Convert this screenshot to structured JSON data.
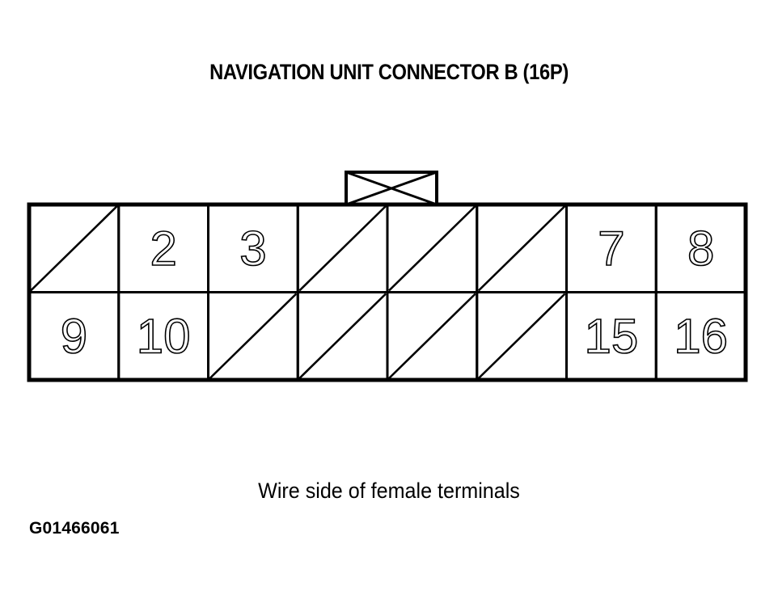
{
  "title": "NAVIGATION UNIT CONNECTOR B (16P)",
  "caption": "Wire side of female terminals",
  "reference_code": "G01466061",
  "colors": {
    "line": "#000000",
    "background": "#ffffff"
  },
  "connector": {
    "pin_count": 16,
    "columns": 8,
    "rows": 2,
    "latch_tab": {
      "shape": "rectangle-with-x"
    },
    "cells": [
      {
        "row": 0,
        "col": 0,
        "pin": "1",
        "label": "",
        "unused": true
      },
      {
        "row": 0,
        "col": 1,
        "pin": "2",
        "label": "2",
        "unused": false
      },
      {
        "row": 0,
        "col": 2,
        "pin": "3",
        "label": "3",
        "unused": false
      },
      {
        "row": 0,
        "col": 3,
        "pin": "4",
        "label": "",
        "unused": true
      },
      {
        "row": 0,
        "col": 4,
        "pin": "5",
        "label": "",
        "unused": true
      },
      {
        "row": 0,
        "col": 5,
        "pin": "6",
        "label": "",
        "unused": true
      },
      {
        "row": 0,
        "col": 6,
        "pin": "7",
        "label": "7",
        "unused": false
      },
      {
        "row": 0,
        "col": 7,
        "pin": "8",
        "label": "8",
        "unused": false
      },
      {
        "row": 1,
        "col": 0,
        "pin": "9",
        "label": "9",
        "unused": false
      },
      {
        "row": 1,
        "col": 1,
        "pin": "10",
        "label": "10",
        "unused": false
      },
      {
        "row": 1,
        "col": 2,
        "pin": "11",
        "label": "",
        "unused": true
      },
      {
        "row": 1,
        "col": 3,
        "pin": "12",
        "label": "",
        "unused": true
      },
      {
        "row": 1,
        "col": 4,
        "pin": "13",
        "label": "",
        "unused": true
      },
      {
        "row": 1,
        "col": 5,
        "pin": "14",
        "label": "",
        "unused": true
      },
      {
        "row": 1,
        "col": 6,
        "pin": "15",
        "label": "15",
        "unused": false
      },
      {
        "row": 1,
        "col": 7,
        "pin": "16",
        "label": "16",
        "unused": false
      }
    ]
  }
}
